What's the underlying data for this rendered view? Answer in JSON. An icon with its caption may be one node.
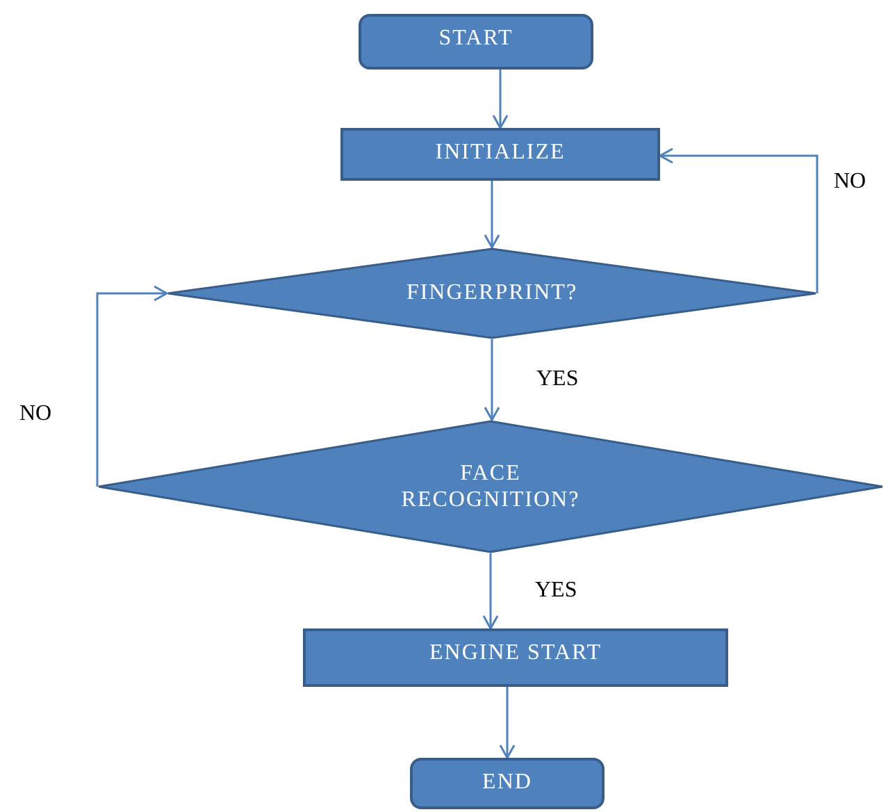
{
  "diagram": {
    "nodes": [
      {
        "text": [
          "START"
        ]
      },
      {
        "text": [
          "INITIALIZE"
        ]
      },
      {
        "text": [
          "FINGERPRINT?"
        ]
      },
      {
        "text": [
          "FACE RECOGNITION?"
        ]
      },
      {
        "text": [
          "ENGINE START"
        ]
      },
      {
        "text": [
          "END"
        ]
      }
    ],
    "edges": [
      {
        "from": 0,
        "to": 1,
        "arrow": "to"
      },
      {
        "from": 1,
        "to": 2,
        "arrow": "to"
      },
      {
        "from": 2,
        "to": 1,
        "arrow": "to",
        "label": "NO"
      },
      {
        "from": 2,
        "to": 3,
        "arrow": "to",
        "label": "YES"
      },
      {
        "from": 3,
        "to": 2,
        "arrow": "to",
        "label": "NO"
      },
      {
        "from": 3,
        "to": 4,
        "arrow": "to",
        "label": "YES"
      },
      {
        "from": 4,
        "to": 5,
        "arrow": "to"
      }
    ]
  }
}
